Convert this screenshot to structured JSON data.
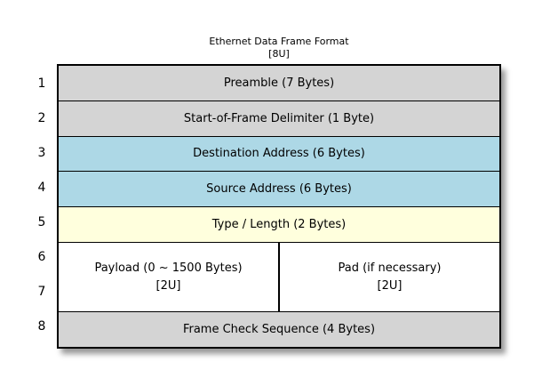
{
  "title": {
    "line1": "Ethernet Data Frame Format",
    "line2": "[8U]"
  },
  "colors": {
    "gray": "#d4d4d4",
    "blue": "#add8e6",
    "yellow": "#ffffdd",
    "white": "#ffffff",
    "border": "#000000"
  },
  "frame": {
    "row_numbers": [
      "1",
      "2",
      "3",
      "4",
      "5",
      "6",
      "7",
      "8"
    ],
    "rows": [
      {
        "label": "Preamble (7 Bytes)",
        "color": "gray"
      },
      {
        "label": "Start-of-Frame Delimiter (1 Byte)",
        "color": "gray"
      },
      {
        "label": "Destination Address (6 Bytes)",
        "color": "blue"
      },
      {
        "label": "Source Address (6 Bytes)",
        "color": "blue"
      },
      {
        "label": "Type / Length (2 Bytes)",
        "color": "yellow"
      }
    ],
    "payload_cell": {
      "line1": "Payload (0 ~ 1500 Bytes)",
      "line2": "[2U]"
    },
    "pad_cell": {
      "line1": "Pad (if necessary)",
      "line2": "[2U]"
    },
    "fcs_row": {
      "label": "Frame Check Sequence (4 Bytes)",
      "color": "gray"
    }
  }
}
